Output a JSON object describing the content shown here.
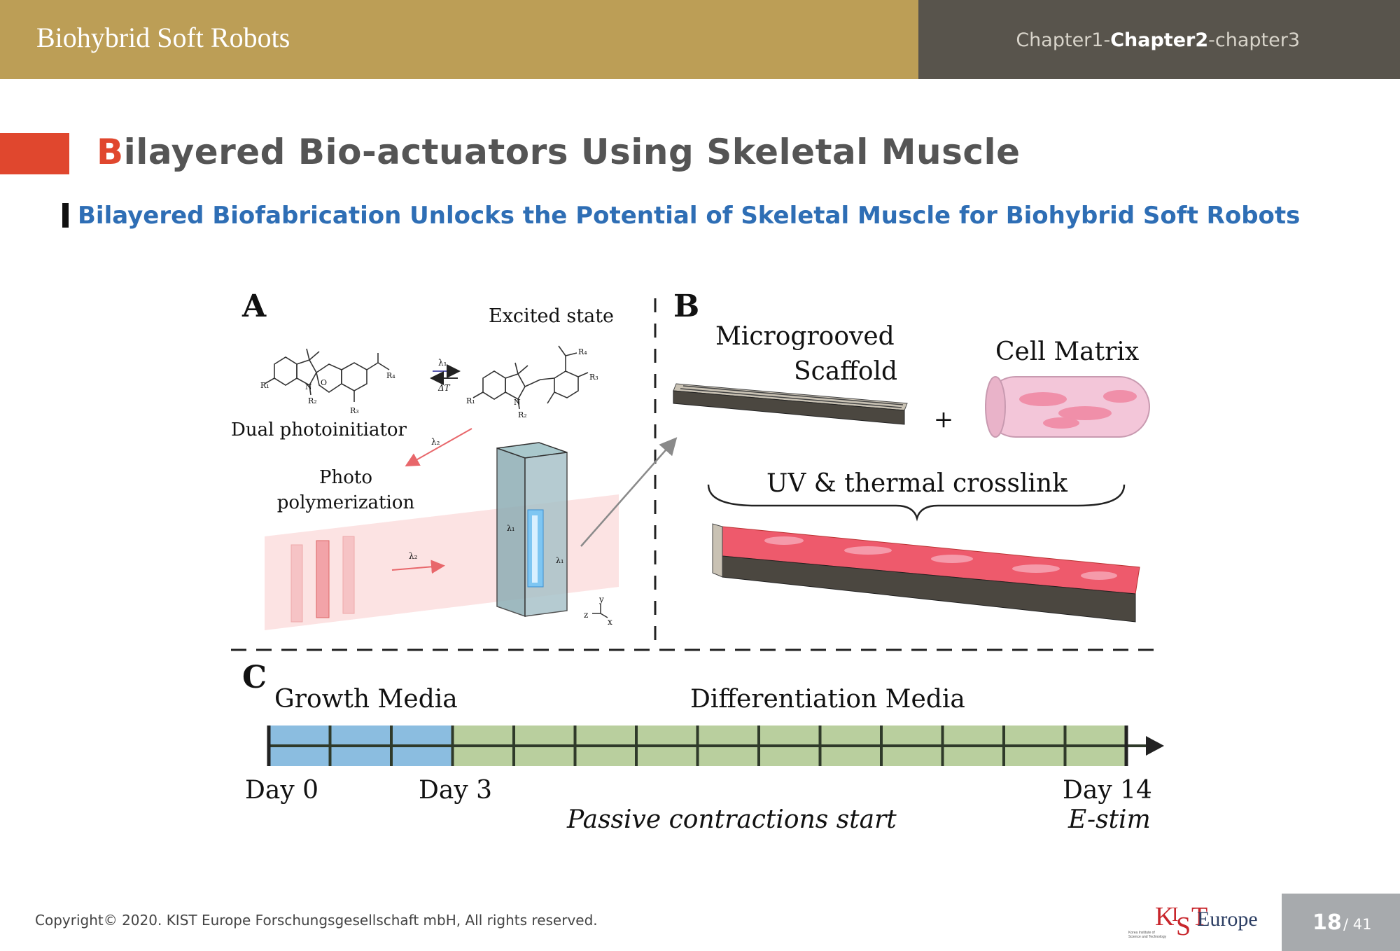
{
  "header": {
    "brand": "Biohybrid Soft Robots",
    "chapters": [
      {
        "label": "Chapter1",
        "active": false
      },
      {
        "label": "Chapter2",
        "active": true
      },
      {
        "label": "chapter3",
        "active": false
      }
    ],
    "separator": "-"
  },
  "slide": {
    "title_first_letter": "B",
    "title_rest": "ilayered Bio-actuators Using Skeletal Muscle",
    "subtitle": "Bilayered Biofabrication Unlocks the Potential of Skeletal Muscle for Biohybrid Soft Robots"
  },
  "figure": {
    "panel_a": {
      "letter": "A",
      "excited_state": "Excited state",
      "dual_photoinitiator": "Dual photoinitiator",
      "photo_polymerization_1": "Photo",
      "photo_polymerization_2": "polymerization",
      "lambda1": "λ₁",
      "delta_t": "ΔT",
      "lambda2": "λ₂",
      "r1": "R₁",
      "r2": "R₂",
      "r3": "R₃",
      "r4": "R₄",
      "n": "N",
      "o": "O",
      "axis_y": "y",
      "axis_x": "x",
      "axis_z": "z"
    },
    "panel_b": {
      "letter": "B",
      "microgrooved": "Microgrooved",
      "scaffold": "Scaffold",
      "cell_matrix": "Cell Matrix",
      "plus": "+",
      "crosslink": "UV & thermal crosslink"
    },
    "panel_c": {
      "letter": "C",
      "growth_media": "Growth Media",
      "differentiation_media": "Differentiation Media",
      "day0": "Day 0",
      "day3": "Day 3",
      "day14": "Day 14",
      "passive": "Passive contractions start",
      "estim": "E-stim",
      "growth_color": "#8bbde0",
      "diff_color": "#b9cf9e",
      "tick_color": "#2f3a2a"
    }
  },
  "footer": {
    "copyright": "Copyright© 2020. KIST Europe Forschungsgesellschaft mbH, All rights reserved.",
    "logo_text": "Europe",
    "logo_mark": "KIST",
    "logo_small_1": "Korea Institute of",
    "logo_small_2": "Science and Technology",
    "page": "18",
    "total": "/ 41"
  }
}
